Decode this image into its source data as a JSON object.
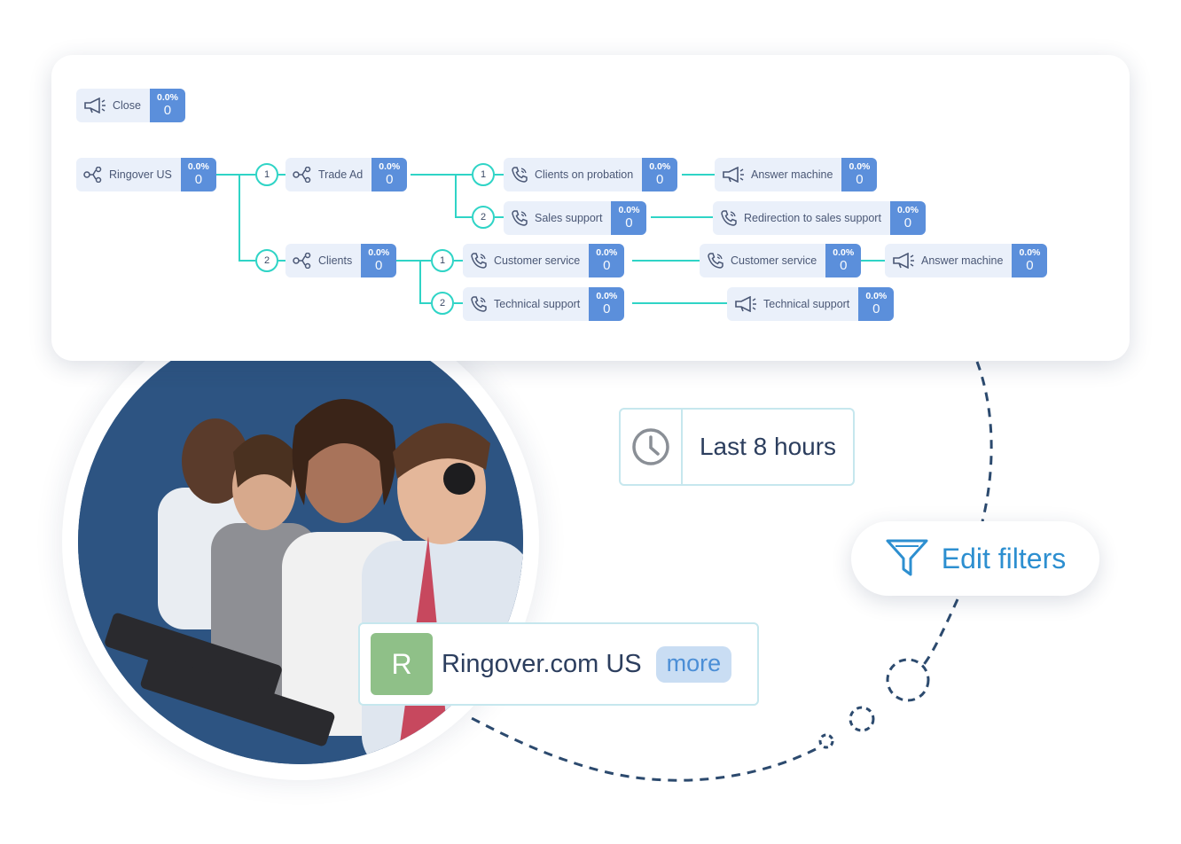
{
  "flow": {
    "nodes": [
      {
        "id": "close",
        "label": "Close",
        "icon": "megaphone-icon",
        "pct": "0.0%",
        "count": "0"
      },
      {
        "id": "ringover-us",
        "label": "Ringover US",
        "icon": "flow-icon",
        "pct": "0.0%",
        "count": "0"
      },
      {
        "id": "trade-ad",
        "label": "Trade Ad",
        "icon": "flow-icon",
        "pct": "0.0%",
        "count": "0"
      },
      {
        "id": "clients",
        "label": "Clients",
        "icon": "flow-icon",
        "pct": "0.0%",
        "count": "0"
      },
      {
        "id": "clients-on-probation",
        "label": "Clients on probation",
        "icon": "phone-icon",
        "pct": "0.0%",
        "count": "0"
      },
      {
        "id": "sales-support",
        "label": "Sales support",
        "icon": "phone-icon",
        "pct": "0.0%",
        "count": "0"
      },
      {
        "id": "customer-service-1",
        "label": "Customer service",
        "icon": "phone-icon",
        "pct": "0.0%",
        "count": "0"
      },
      {
        "id": "technical-support-1",
        "label": "Technical support",
        "icon": "phone-icon",
        "pct": "0.0%",
        "count": "0"
      },
      {
        "id": "answer-machine-1",
        "label": "Answer machine",
        "icon": "megaphone-icon",
        "pct": "0.0%",
        "count": "0"
      },
      {
        "id": "redirection-sales",
        "label": "Redirection to sales support",
        "icon": "phone-icon",
        "pct": "0.0%",
        "count": "0"
      },
      {
        "id": "customer-service-2",
        "label": "Customer service",
        "icon": "phone-icon",
        "pct": "0.0%",
        "count": "0"
      },
      {
        "id": "answer-machine-2",
        "label": "Answer machine",
        "icon": "megaphone-icon",
        "pct": "0.0%",
        "count": "0"
      },
      {
        "id": "technical-support-2",
        "label": "Technical support",
        "icon": "megaphone-icon",
        "pct": "0.0%",
        "count": "0"
      }
    ],
    "badges": [
      "1",
      "2",
      "1",
      "2",
      "1",
      "2"
    ]
  },
  "time_filter": {
    "label": "Last 8 hours",
    "icon": "clock-icon"
  },
  "filters": {
    "label": "Edit filters",
    "icon": "funnel-icon"
  },
  "account": {
    "initial": "R",
    "name": "Ringover.com US",
    "more_label": "more",
    "avatar_color": "#8fc088"
  },
  "colors": {
    "accent": "#5b8fdb",
    "connector": "#2fd4c6",
    "text": "#2c3e5e",
    "link": "#2d8fd0"
  }
}
